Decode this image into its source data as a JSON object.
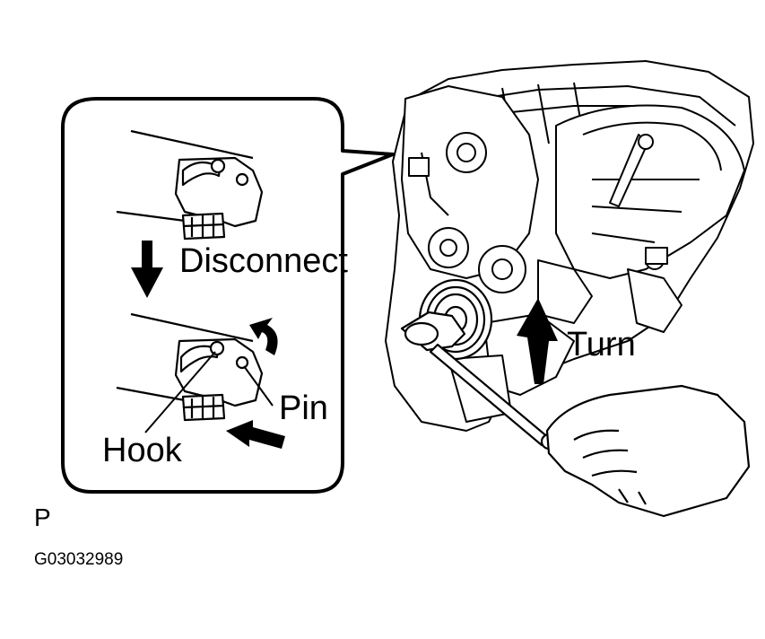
{
  "labels": {
    "disconnect": "Disconnect",
    "pin": "Pin",
    "hook": "Hook",
    "turn": "Turn",
    "view": "P",
    "figure_code": "G03032989"
  },
  "colors": {
    "line": "#000000",
    "background": "#ffffff"
  }
}
